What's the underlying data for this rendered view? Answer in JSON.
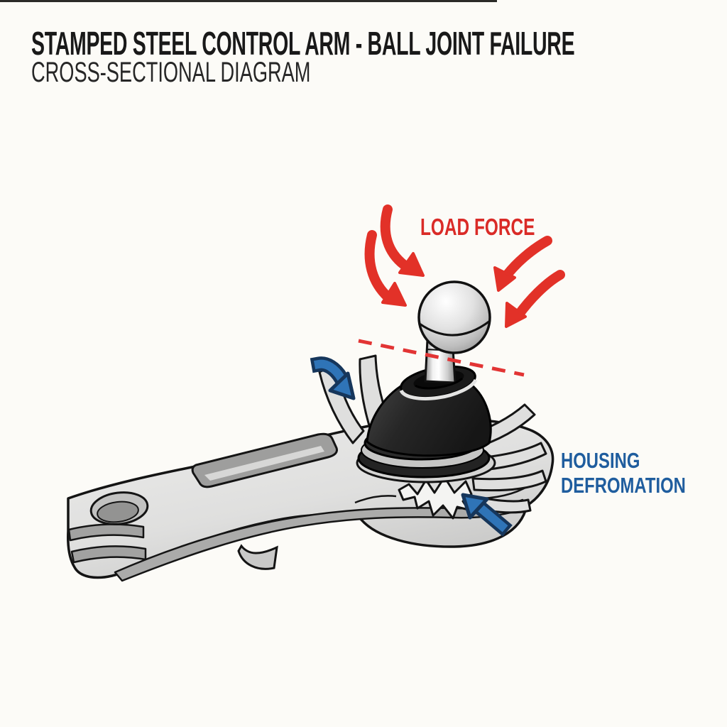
{
  "header": {
    "title": "STAMPED STEEL CONTROL ARM - BALL JOINT FAILURE",
    "subtitle": "CROSS-SECTIONAL DIAGRAM"
  },
  "labels": {
    "load_force": "LOAD FORCE",
    "housing_line1": "HOUSING",
    "housing_line2": "DEFROMATION"
  },
  "colors": {
    "background": "#FCFBF7",
    "title_text": "#191919",
    "load_force_red": "#DA2B27",
    "red_arrow": "#E23128",
    "dashed_line_red": "#E23434",
    "housing_blue": "#1F5D9E",
    "blue_arrow_fill": "#2F74B7",
    "blue_arrow_outline": "#16365B",
    "metal_light_gray": "#E6E6E5",
    "metal_mid_gray": "#C2C2C1",
    "boot_black": "#1E1E1E",
    "outline_black": "#141414"
  },
  "icons": {
    "load_force_arrows": "4 curved red arrows pressing down on ball stud",
    "deformation_arrows": "2 blue arrows pointing at deformed housing",
    "failure_plane": "red dashed separation line"
  }
}
